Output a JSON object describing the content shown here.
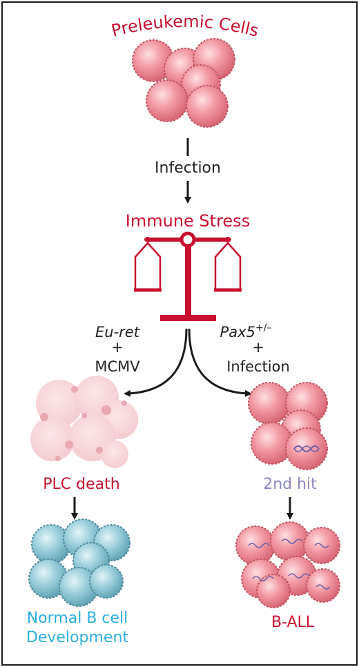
{
  "title_arc": "Preleukemic Cells",
  "step_infection": "Infection",
  "immune_stress": "Immune Stress",
  "left_condition": {
    "line1": "Eu-ret",
    "plus": "+",
    "line2": "MCMV"
  },
  "right_condition": {
    "gene": "Pax5",
    "superscript": "+/–",
    "plus": "+",
    "line2": "Infection"
  },
  "left_outcome": "PLC death",
  "right_outcome": "2nd hit",
  "left_final": {
    "line1": "Normal B cell",
    "line2": "Development"
  },
  "right_final": "B-ALL",
  "colors": {
    "red": "#c8102e",
    "pink_cell": "#f28b96",
    "blue_cell": "#8cc8d6",
    "purple": "#8a86c2",
    "blue_text": "#2bb0de"
  }
}
